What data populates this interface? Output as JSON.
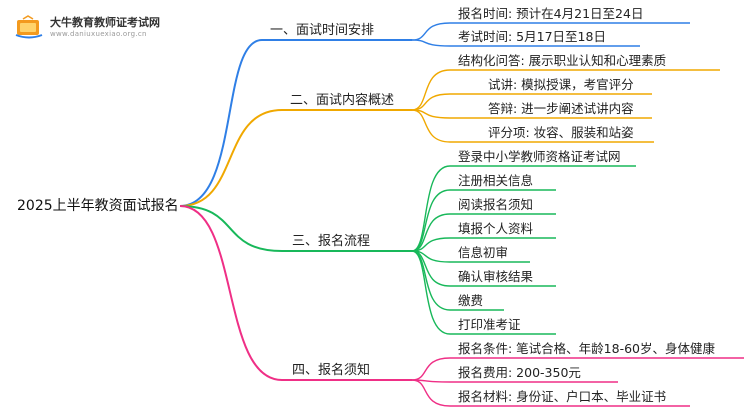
{
  "brand": {
    "name": "大牛教育教师证考试网",
    "url": "www.daniuxuexiao.org.cn",
    "icon": "book-icon"
  },
  "root": "2025上半年教资面试报名",
  "colors": {
    "branch1": "#2f7fe6",
    "branch2": "#f0a800",
    "branch3": "#18b85a",
    "branch4": "#ef2f86"
  },
  "branches": [
    {
      "label": "一、面试时间安排",
      "children": [
        "报名时间: 预计在4月21日至24日",
        "考试时间: 5月17日至18日"
      ]
    },
    {
      "label": "二、面试内容概述",
      "children": [
        "结构化问答: 展示职业认知和心理素质",
        "试讲: 模拟授课，考官评分",
        "答辩: 进一步阐述试讲内容",
        "评分项: 妆容、服装和站姿"
      ]
    },
    {
      "label": "三、报名流程",
      "children": [
        "登录中小学教师资格证考试网",
        "注册相关信息",
        "阅读报名须知",
        "填报个人资料",
        "信息初审",
        "确认审核结果",
        "缴费",
        "打印准考证"
      ]
    },
    {
      "label": "四、报名须知",
      "children": [
        "报名条件: 笔试合格、年龄18-60岁、身体健康",
        "报名费用: 200-350元",
        "报名材料: 身份证、户口本、毕业证书"
      ]
    }
  ]
}
